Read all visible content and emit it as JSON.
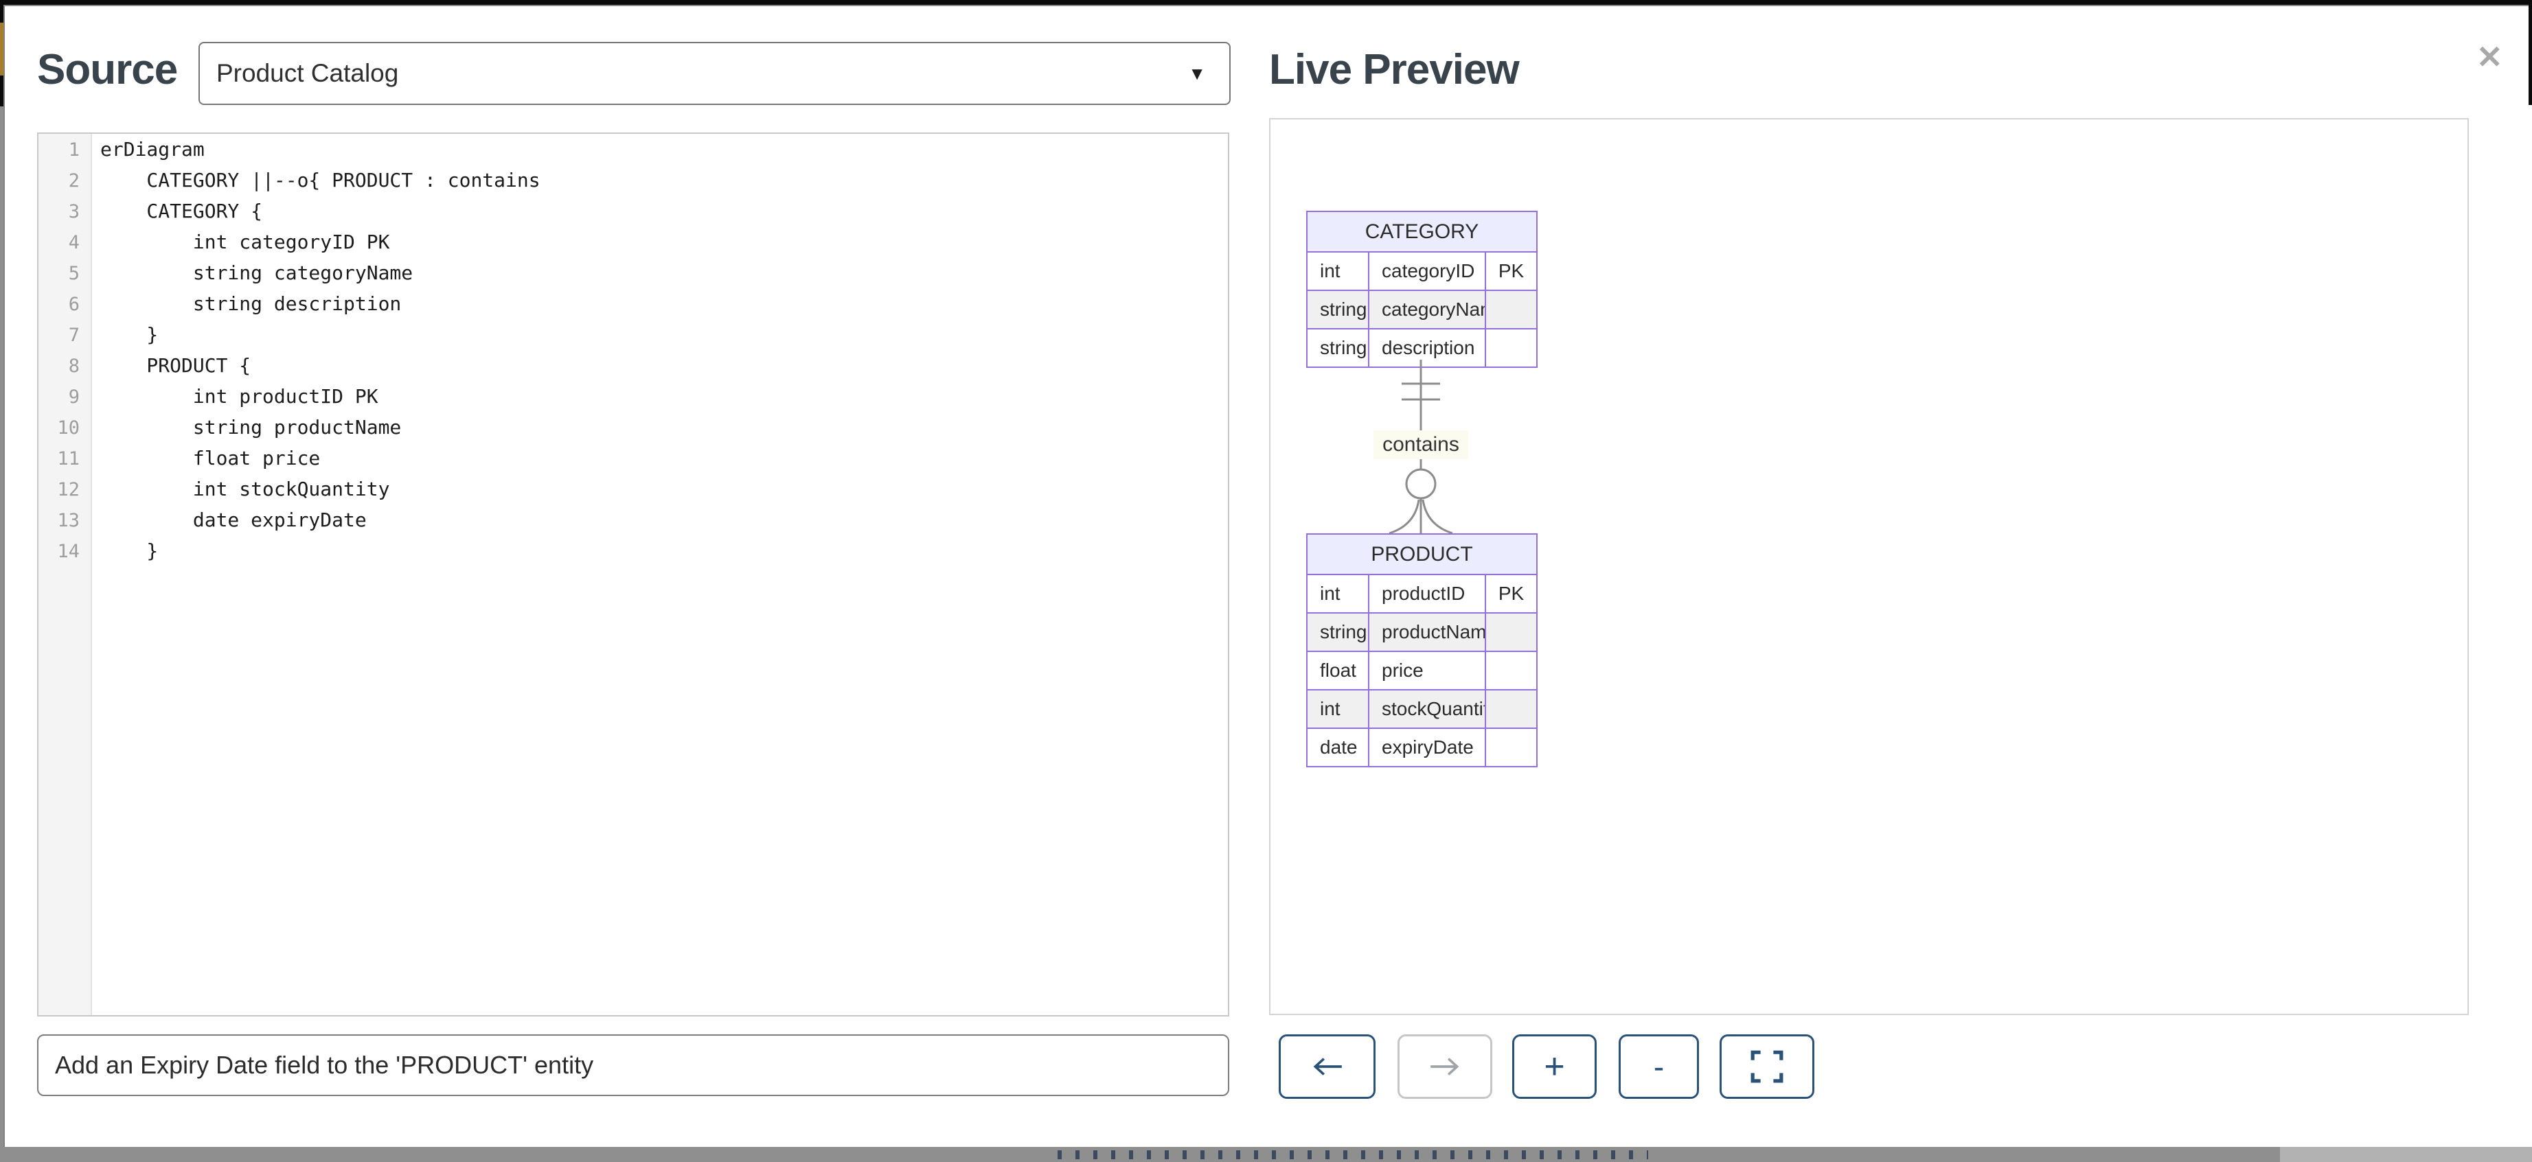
{
  "source_panel": {
    "title": "Source",
    "diagram_dropdown": {
      "value": "Product Catalog",
      "caret_icon": "▼"
    },
    "code_editor": {
      "lines": [
        {
          "num": "1",
          "text": "erDiagram"
        },
        {
          "num": "2",
          "text": "    CATEGORY ||--o{ PRODUCT : contains"
        },
        {
          "num": "3",
          "text": "    CATEGORY {"
        },
        {
          "num": "4",
          "text": "        int categoryID PK"
        },
        {
          "num": "5",
          "text": "        string categoryName"
        },
        {
          "num": "6",
          "text": "        string description"
        },
        {
          "num": "7",
          "text": "    }"
        },
        {
          "num": "8",
          "text": "    PRODUCT {"
        },
        {
          "num": "9",
          "text": "        int productID PK"
        },
        {
          "num": "10",
          "text": "        string productName"
        },
        {
          "num": "11",
          "text": "        float price"
        },
        {
          "num": "12",
          "text": "        int stockQuantity"
        },
        {
          "num": "13",
          "text": "        date expiryDate"
        },
        {
          "num": "14",
          "text": "    }"
        }
      ]
    },
    "prompt_input": {
      "value": "Add an Expiry Date field to the 'PRODUCT' entity"
    }
  },
  "preview_panel": {
    "title": "Live Preview",
    "close_icon": "✕",
    "er_diagram": {
      "entities": [
        {
          "name": "CATEGORY",
          "attributes": [
            {
              "type": "int",
              "name": "categoryID",
              "key": "PK"
            },
            {
              "type": "string",
              "name": "categoryName",
              "key": ""
            },
            {
              "type": "string",
              "name": "description",
              "key": ""
            }
          ]
        },
        {
          "name": "PRODUCT",
          "attributes": [
            {
              "type": "int",
              "name": "productID",
              "key": "PK"
            },
            {
              "type": "string",
              "name": "productName",
              "key": ""
            },
            {
              "type": "float",
              "name": "price",
              "key": ""
            },
            {
              "type": "int",
              "name": "stockQuantity",
              "key": ""
            },
            {
              "type": "date",
              "name": "expiryDate",
              "key": ""
            }
          ]
        }
      ],
      "relationship": {
        "label": "contains",
        "cardinality": "CATEGORY ||--o{ PRODUCT"
      }
    },
    "toolbar": {
      "zoom_in_label": "+",
      "zoom_out_label": "-"
    }
  },
  "colors": {
    "entity_border": "#9370DB",
    "entity_header_bg": "#ECECFF",
    "row_alt_bg": "#F0F0F0",
    "relationship_line": "#8C8C8C",
    "relation_label_bg": "#FBFBEF",
    "button_navy": "#2A5278",
    "heading_text": "#39434C",
    "page_bottom_bar": "#8F8F8F",
    "page_gold_sliver": "#A87D2A"
  }
}
